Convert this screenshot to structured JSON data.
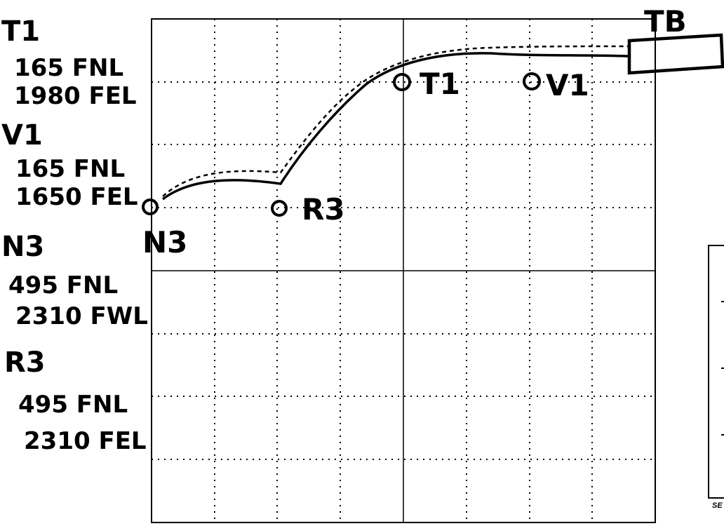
{
  "colors": {
    "ink": "#000000",
    "grid_major": "#000000",
    "grid_minor": "#000000",
    "paper": "#ffffff"
  },
  "wells": [
    {
      "name": "T1",
      "footage_a": "165 FNL",
      "footage_b": "1980 FEL"
    },
    {
      "name": "V1",
      "footage_a": "165 FNL",
      "footage_b": "1650 FEL"
    },
    {
      "name": "N3",
      "footage_a": "495 FNL",
      "footage_b": "2310 FWL"
    },
    {
      "name": "R3",
      "footage_a": "495 FNL",
      "footage_b": "2310 FEL"
    }
  ],
  "map_labels": {
    "n3": "N3",
    "r3": "R3",
    "t1": "T1",
    "v1": "V1",
    "tb": "TB"
  },
  "lines": [
    {
      "name": "proposed-route",
      "style": "solid"
    },
    {
      "name": "alternate-route",
      "style": "dashed"
    }
  ],
  "corner_text": "SE"
}
